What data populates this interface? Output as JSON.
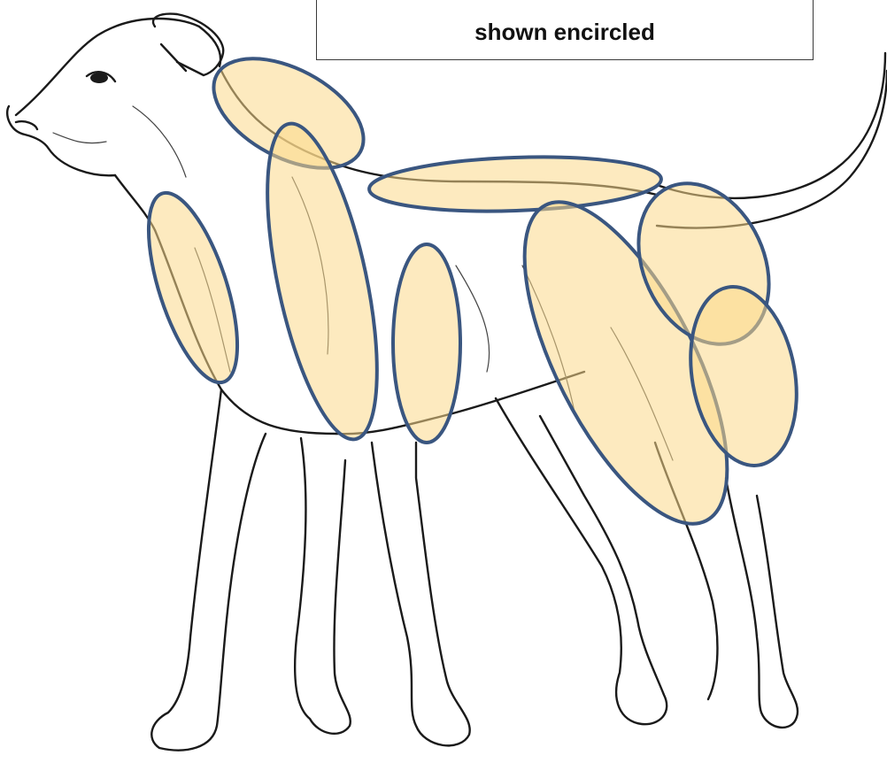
{
  "caption": {
    "text": "shown encircled"
  },
  "colors": {
    "highlight_fill": "#fcd98a",
    "highlight_stroke": "#3a5680",
    "line_art": "#1a1a1a"
  },
  "regions": [
    {
      "name": "highlight-neck-top"
    },
    {
      "name": "highlight-chest-front"
    },
    {
      "name": "highlight-shoulder"
    },
    {
      "name": "highlight-back"
    },
    {
      "name": "highlight-ribs"
    },
    {
      "name": "highlight-flank-thigh"
    },
    {
      "name": "highlight-hip"
    },
    {
      "name": "highlight-hind-thigh"
    }
  ]
}
